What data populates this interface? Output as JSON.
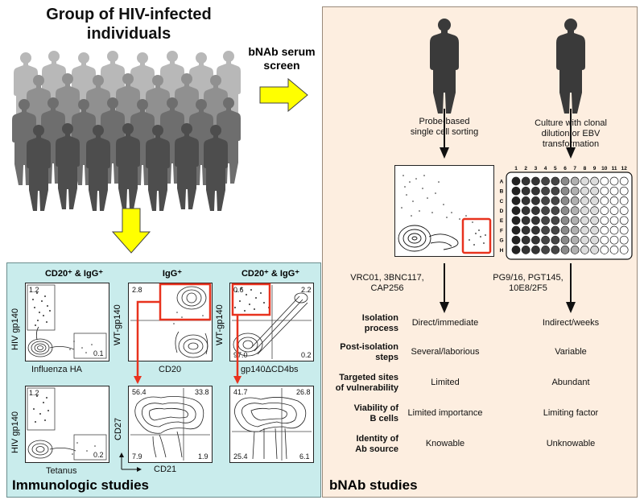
{
  "header": {
    "title_line1": "Group of HIV-infected",
    "title_line2": "individuals"
  },
  "screen": {
    "line1": "bNAb serum",
    "line2": "screen"
  },
  "immuno": {
    "section_label": "Immunologic studies",
    "plot1": {
      "title": "CD20⁺ & IgG⁺",
      "ylabel": "HIV gp140",
      "xlabel": "Influenza HA",
      "q_tl": "1.2",
      "q_br": "0.1"
    },
    "plot2": {
      "title": "IgG⁺",
      "ylabel": "WT-gp140",
      "xlabel": "CD20",
      "q_tl": "2.8"
    },
    "plot3": {
      "title": "CD20⁺ & IgG⁺",
      "ylabel": "WT-gp140",
      "xlabel": "gp140ΔCD4bs",
      "q_tl": "0.6",
      "q_tr": "2.2",
      "q_bl": "97.0",
      "q_br": "0.2"
    },
    "plot4": {
      "ylabel": "HIV gp140",
      "xlabel": "Tetanus",
      "q_tl": "1.2",
      "q_br": "0.2"
    },
    "plot5": {
      "ylabel": "CD27",
      "xlabel": "CD21",
      "q_tl": "56.4",
      "q_tr": "33.8",
      "q_bl": "7.9",
      "q_br": "1.9"
    },
    "plot6": {
      "q_tl": "41.7",
      "q_tr": "26.8",
      "q_bl": "25.4",
      "q_br": "6.1"
    }
  },
  "bnab": {
    "section_label": "bNAb studies",
    "method_left": {
      "line1": "Probe-based",
      "line2": "single cell sorting"
    },
    "method_right": {
      "line1": "Culture with clonal",
      "line2": "dilution or EBV",
      "line3": "transformation"
    },
    "abs_left": {
      "line1": "VRC01, 3BNC117,",
      "line2": "CAP256"
    },
    "abs_right": {
      "line1": "PG9/16, PGT145,",
      "line2": "10E8/2F5"
    },
    "plate_cols": [
      "1",
      "2",
      "3",
      "4",
      "5",
      "6",
      "7",
      "8",
      "9",
      "10",
      "11",
      "12"
    ],
    "plate_rows": [
      "A",
      "B",
      "C",
      "D",
      "E",
      "F",
      "G",
      "H"
    ],
    "rows": [
      {
        "label1": "Isolation",
        "label2": "process",
        "left": "Direct/immediate",
        "right": "Indirect/weeks"
      },
      {
        "label1": "Post-isolation",
        "label2": "steps",
        "left": "Several/laborious",
        "right": "Variable"
      },
      {
        "label1": "Targeted sites",
        "label2": "of vulnerability",
        "left": "Limited",
        "right": "Abundant"
      },
      {
        "label1": "Viability of",
        "label2": "B cells",
        "left": "Limited importance",
        "right": "Limiting factor"
      },
      {
        "label1": "Identity of",
        "label2": "Ab source",
        "left": "Knowable",
        "right": "Unknowable"
      }
    ]
  },
  "colors": {
    "immuno_bg": "#c9ecec",
    "bnab_bg": "#fdeee0",
    "arrow_yellow": "#ffff00",
    "gate_red": "#e8321e",
    "person_dark": "#3a3a3a"
  }
}
